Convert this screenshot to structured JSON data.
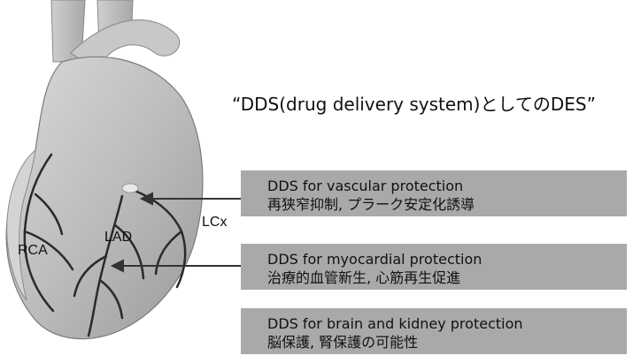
{
  "title": "“DDS(drug delivery system)としてのDES”",
  "vessel_labels": {
    "rca": "RCA",
    "lad": "LAD",
    "lcx": "LCx"
  },
  "boxes": [
    {
      "line1": "DDS for vascular protection",
      "line2": "再狭窄抑制, プラーク安定化誘導"
    },
    {
      "line1": "DDS for myocardial protection",
      "line2": "治療的血管新生, 心筋再生促進"
    },
    {
      "line1": "DDS for brain and kidney protection",
      "line2": "脳保護, 腎保護の可能性"
    }
  ],
  "colors": {
    "box_fill": "#a9a9a9",
    "heart_fill": "#bfbfbf",
    "vessel": "#2a2a2a"
  }
}
